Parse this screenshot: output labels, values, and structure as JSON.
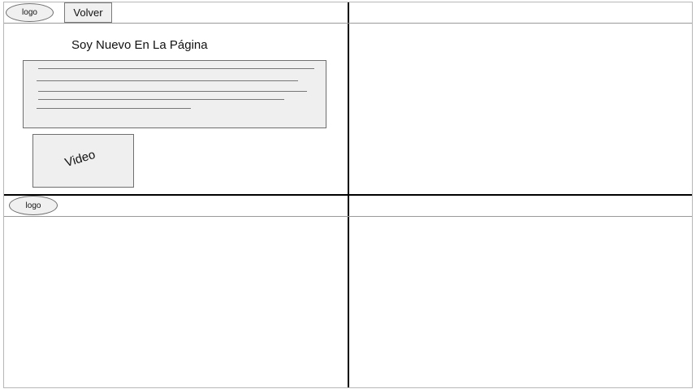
{
  "top_left_panel": {
    "logo_label": "logo",
    "back_button_label": "Volver",
    "title": "Soy Nuevo En La Página",
    "video_label": "Video"
  },
  "bottom_left_panel": {
    "logo_label": "logo"
  }
}
